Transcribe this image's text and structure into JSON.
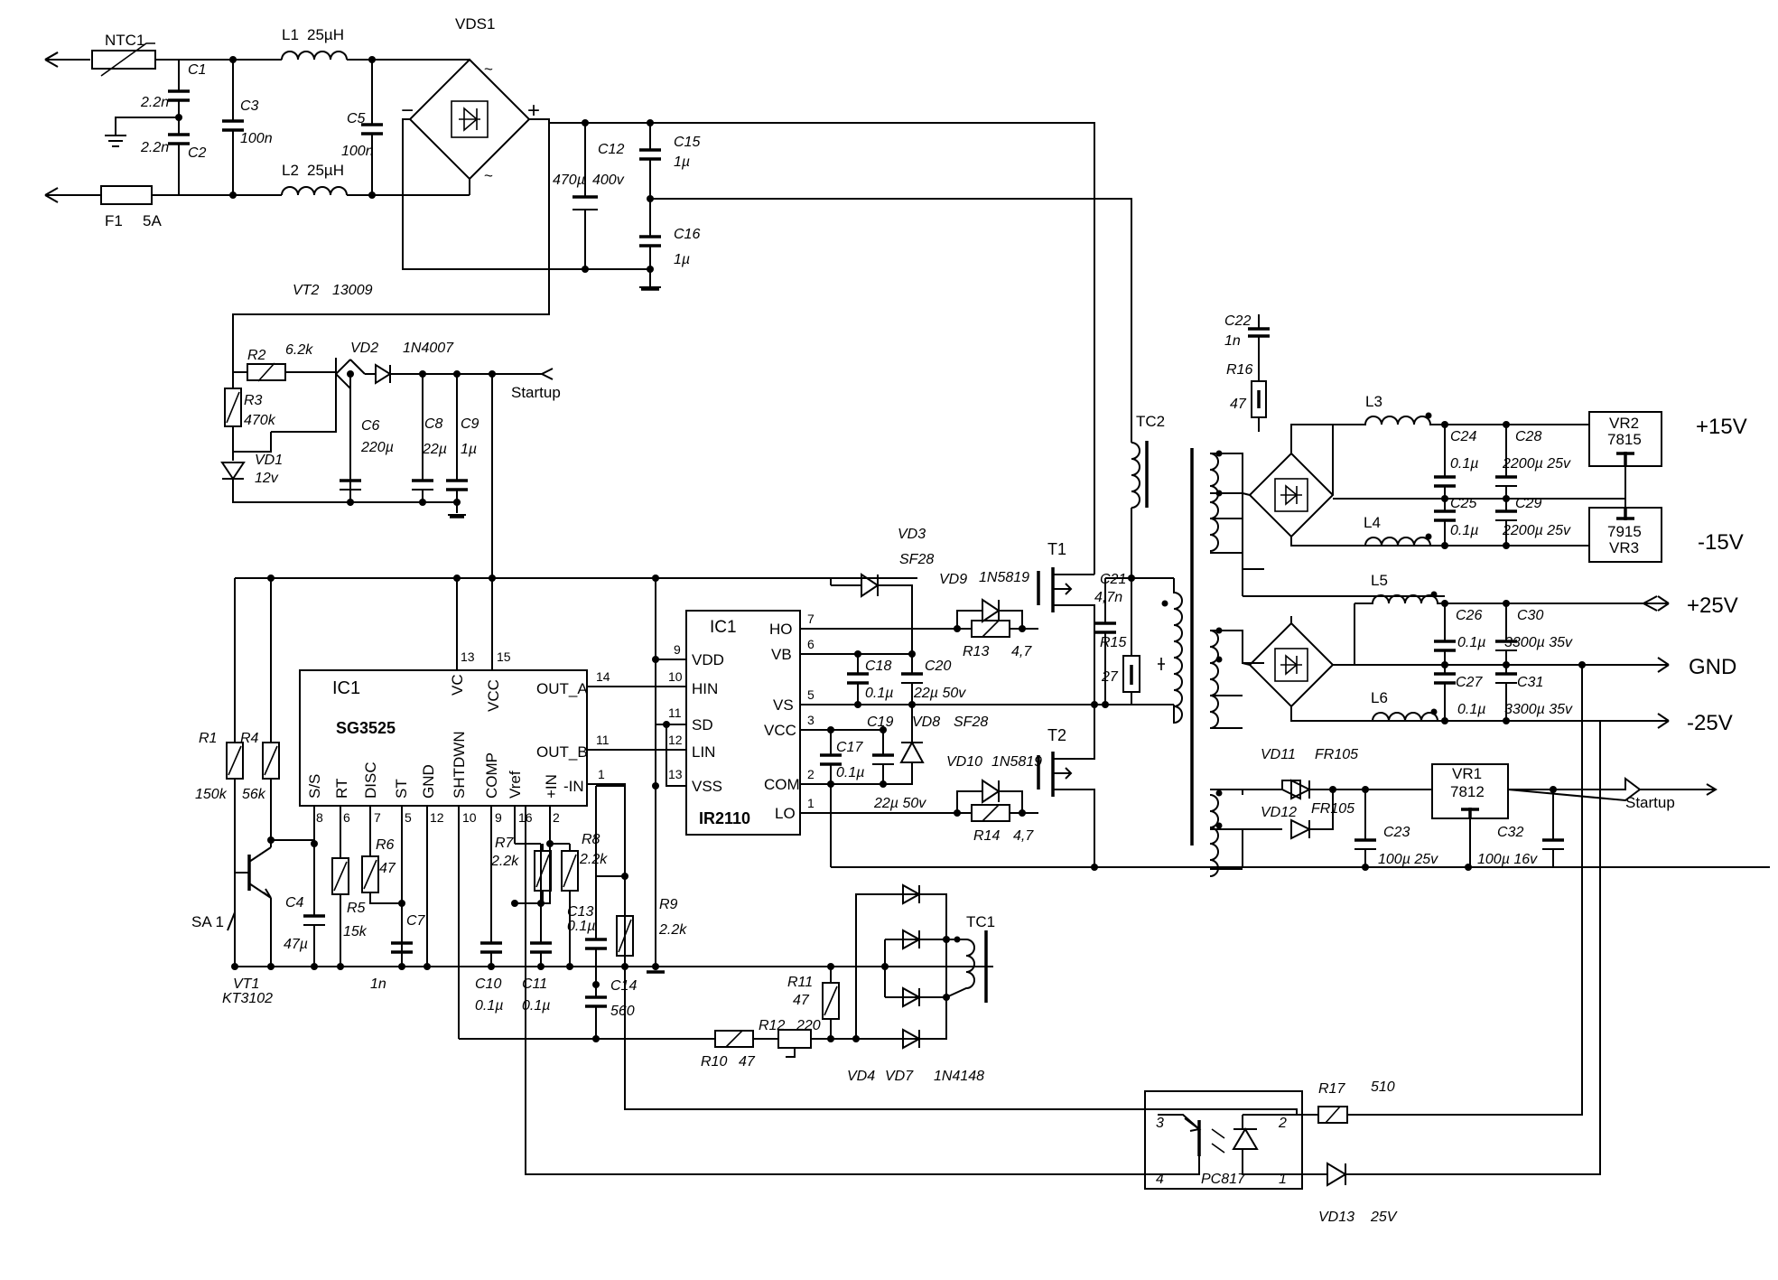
{
  "labels": {
    "NTC1": "NTC1",
    "F1": "F1",
    "F1v": "5A",
    "C1": "C1",
    "C1v": "2.2n",
    "C2": "C2",
    "C2v": "2.2n",
    "C3": "C3",
    "C3v": "100n",
    "L1": "L1",
    "L1v": "25µH",
    "L2": "L2",
    "L2v": "25µH",
    "C5": "C5",
    "C5v": "100n",
    "VDS1": "VDS1",
    "C12": "C12",
    "C12v1": "470µ",
    "C12v2": "400v",
    "C15": "C15",
    "C15v": "1µ",
    "C16": "C16",
    "C16v": "1µ",
    "VT2": "VT2",
    "VT2v": "13009",
    "R2": "R2",
    "R2v": "6.2k",
    "R3": "R3",
    "R3v": "470k",
    "VD2": "VD2",
    "VD2v": "1N4007",
    "VD1": "VD1",
    "VD1v": "12v",
    "C6": "C6",
    "C6v": "220µ",
    "C8": "C8",
    "C8v": "22µ",
    "C9": "C9",
    "C9v": "1µ",
    "startup1": "Startup",
    "startup2": "Startup",
    "IC1a": "IC1",
    "IC1aName": "SG3525",
    "IC1b": "IC1",
    "IC1bName": "IR2110",
    "VD3": "VD3",
    "VD3v": "SF28",
    "VD9": "VD9",
    "VD9v": "1N5819",
    "R13": "R13",
    "R13v": "4,7",
    "VD10": "VD10",
    "VD10v": "1N5819",
    "R14": "R14",
    "R14v": "4,7",
    "C18": "C18",
    "C18v": "0.1µ",
    "C20": "C20",
    "C20v": "22µ 50v",
    "C19": "C19",
    "C17": "C17",
    "C17v": "0.1µ",
    "C19v": "22µ 50v",
    "VD8": "VD8",
    "VD8v": "SF28",
    "T1": "T1",
    "T2": "T2",
    "C21": "C21",
    "C21v": "4,7n",
    "R15": "R15",
    "R15v": "27",
    "TC2": "TC2",
    "C22": "C22",
    "C22v": "1n",
    "R16": "R16",
    "R16v": "47",
    "L3": "L3",
    "L4": "L4",
    "L5": "L5",
    "L6": "L6",
    "C24": "C24",
    "C24v": "0.1µ",
    "C28": "C28",
    "C28v": "2200µ 25v",
    "C25": "C25",
    "C25v": "0.1µ",
    "C29": "C29",
    "C29v": "2200µ 25v",
    "C26": "C26",
    "C26v": "0.1µ",
    "C30": "C30",
    "C30v": "3300µ 35v",
    "C27": "C27",
    "C27v": "0.1µ",
    "C31": "C31",
    "C31v": "3300µ 35v",
    "VR2": "VR2",
    "VR2v": "7815",
    "VR3": "VR3",
    "VR3v": "7915",
    "VR1": "VR1",
    "VR1v": "7812",
    "out15p": "+15V",
    "out15n": "-15V",
    "out25p": "+25V",
    "gnd": "GND",
    "out25n": "-25V",
    "VD11": "VD11",
    "VD11v": "FR105",
    "VD12": "VD12",
    "VD12v": "FR105",
    "C23": "C23",
    "C23v": "100µ 25v",
    "C32": "C32",
    "C32v": "100µ 16v",
    "R1": "R1",
    "R1v": "150k",
    "R4": "R4",
    "R4v": "56k",
    "SA1": "SA 1",
    "VT1": "VT1",
    "VT1v": "KT3102",
    "C4": "C4",
    "C4v": "47µ",
    "R5": "R5",
    "R5v": "15k",
    "R6": "R6",
    "R6v": "47",
    "C7": "C7",
    "C7v": "1n",
    "R7": "R7",
    "R7v": "2.2k",
    "R8": "R8",
    "R8v": "2.2k",
    "C10": "C10",
    "C10v": "0.1µ",
    "C11": "C11",
    "C11v": "0.1µ",
    "C13": "C13",
    "C13v": "0.1µ",
    "C14": "C14",
    "C14v": "560",
    "R9": "R9",
    "R9v": "2.2k",
    "R10": "R10",
    "R10v": "47",
    "R11": "R11",
    "R11v": "47",
    "R12": "R12",
    "R12v": "220",
    "VD4": "VD4",
    "VD7": "VD7",
    "VD47v": "1N4148",
    "TC1": "TC1",
    "R17": "R17",
    "R17v": "510",
    "VD13": "VD13",
    "VD13v": "25V",
    "PC817": "PC817"
  },
  "ic1_pins": {
    "vc": "VC",
    "vcc": "VCC",
    "out_a": "OUT_A",
    "out_b": "OUT_B",
    "inm": "-IN",
    "inp": "+IN",
    "ss": "S/S",
    "rt": "RT",
    "disc": "DISC",
    "st": "ST",
    "gnd": "GND",
    "shtdwn": "SHTDWN",
    "comp": "COMP",
    "vref": "Vref",
    "n13": "13",
    "n15": "15",
    "n14": "14",
    "n11": "11",
    "n1": "1",
    "n8": "8",
    "n6": "6",
    "n7": "7",
    "n5": "5",
    "n12": "12",
    "n10": "10",
    "n9": "9",
    "n16": "16",
    "n2": "2"
  },
  "ic2_pins": {
    "vdd": "VDD",
    "hin": "HIN",
    "sd": "SD",
    "lin": "LIN",
    "vss": "VSS",
    "ho": "HO",
    "vb": "VB",
    "vs": "VS",
    "vcc": "VCC",
    "com": "COM",
    "lo": "LO",
    "n9": "9",
    "n10": "10",
    "n11": "11",
    "n12": "12",
    "n13": "13",
    "n7": "7",
    "n6": "6",
    "n5": "5",
    "n3": "3",
    "n2": "2",
    "n1": "1"
  },
  "pc817_pins": {
    "n3": "3",
    "n4": "4",
    "n2": "2",
    "n1": "1"
  }
}
